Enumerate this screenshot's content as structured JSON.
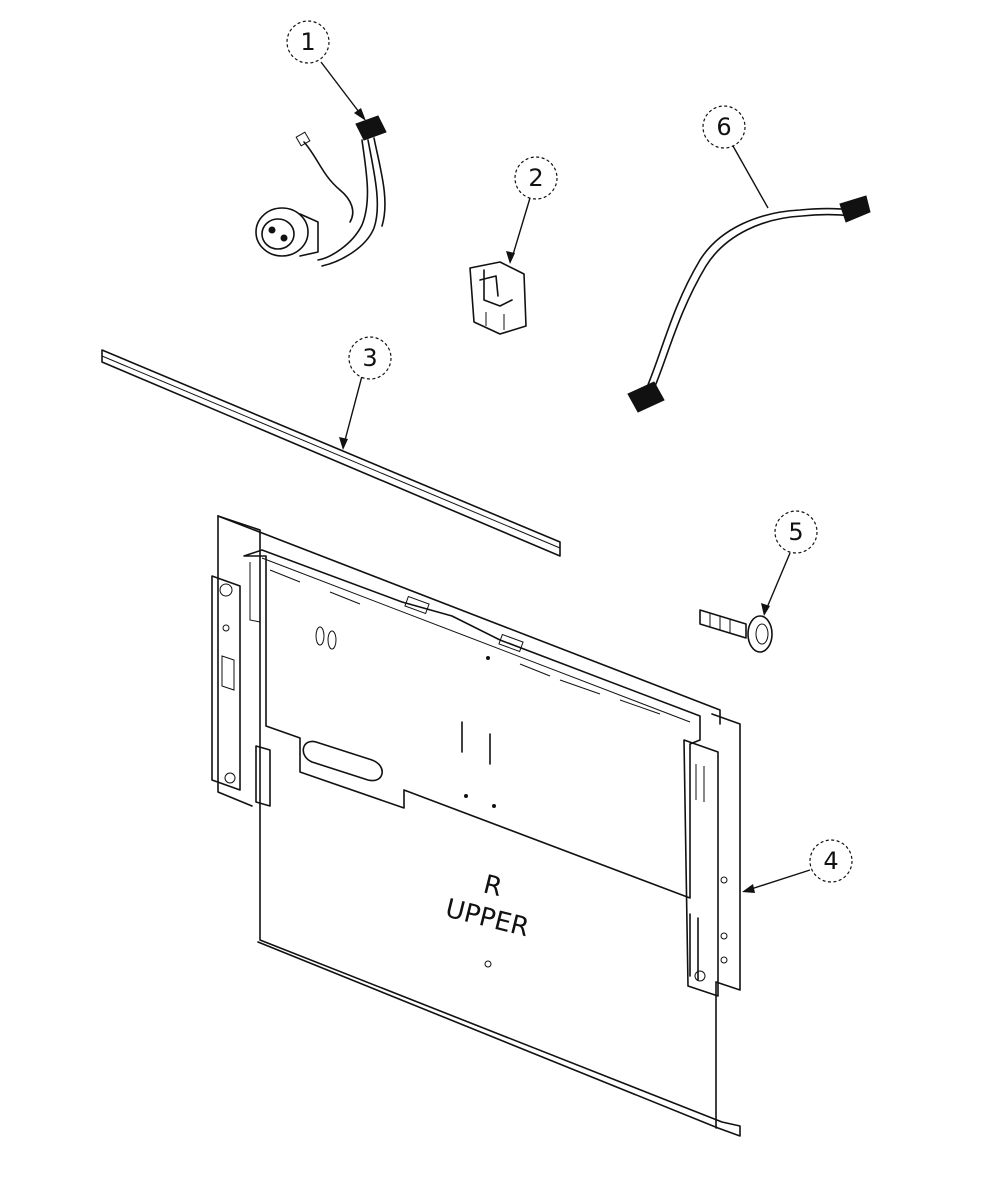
{
  "callouts": {
    "c1": "1",
    "c2": "2",
    "c3": "3",
    "c4": "4",
    "c5": "5",
    "c6": "6"
  },
  "panel": {
    "mark": "R",
    "label": "UPPER"
  }
}
